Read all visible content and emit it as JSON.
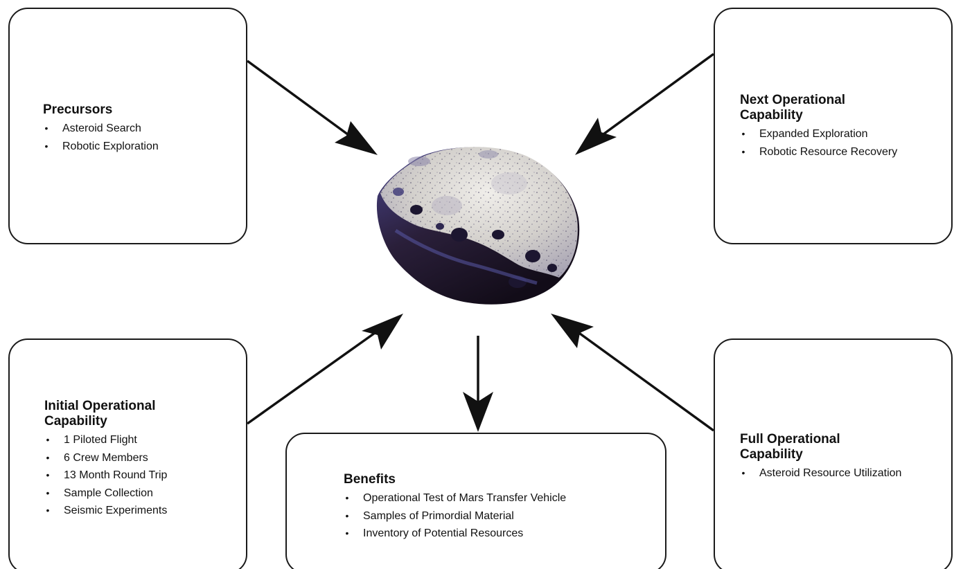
{
  "boxes": {
    "precursors": {
      "title_lines": [
        "Precursors"
      ],
      "items": [
        "Asteroid Search",
        "Robotic Exploration"
      ]
    },
    "next": {
      "title_lines": [
        "Next Operational",
        "Capability"
      ],
      "items": [
        "Expanded Exploration",
        "Robotic Resource Recovery"
      ]
    },
    "initial": {
      "title_lines": [
        "Initial Operational",
        "Capability"
      ],
      "items": [
        "1 Piloted Flight",
        "6 Crew Members",
        "13 Month Round Trip",
        "Sample Collection",
        "Seismic Experiments"
      ]
    },
    "benefits": {
      "title_lines": [
        "Benefits"
      ],
      "items": [
        "Operational Test of Mars Transfer Vehicle",
        "Samples of Primordial Material",
        "Inventory of Potential Resources"
      ]
    },
    "full": {
      "title_lines": [
        "Full Operational",
        "Capability"
      ],
      "items": [
        "Asteroid Resource Utilization"
      ]
    }
  },
  "bullet_char": "•",
  "center_image": {
    "icon": "asteroid-icon"
  },
  "colors": {
    "border": "#1a1a1a",
    "arrow": "#111111",
    "asteroid_light": "#d9d6d2",
    "asteroid_shadow": "#2a1f3a",
    "asteroid_blue": "#5a5aa8"
  }
}
